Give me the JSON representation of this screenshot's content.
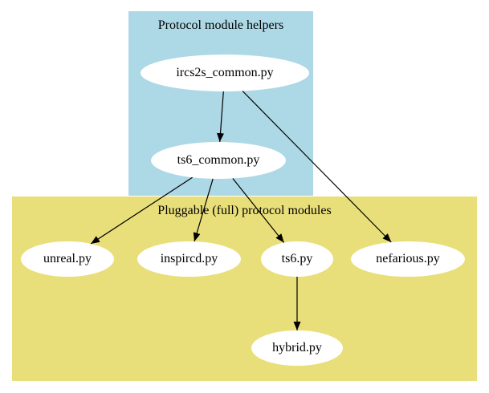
{
  "diagram": {
    "background": "#ffffff",
    "edge_color": "#000000",
    "node_fill": "#ffffff",
    "clusters": [
      {
        "id": "helpers",
        "label": "Protocol module helpers",
        "fill": "#add8e6"
      },
      {
        "id": "pluggable",
        "label": "Pluggable (full) protocol modules",
        "fill": "#e9df7a"
      }
    ],
    "nodes": [
      {
        "id": "ircs2s_common",
        "label": "ircs2s_common.py"
      },
      {
        "id": "ts6_common",
        "label": "ts6_common.py"
      },
      {
        "id": "unreal",
        "label": "unreal.py"
      },
      {
        "id": "inspircd",
        "label": "inspircd.py"
      },
      {
        "id": "ts6",
        "label": "ts6.py"
      },
      {
        "id": "nefarious",
        "label": "nefarious.py"
      },
      {
        "id": "hybrid",
        "label": "hybrid.py"
      }
    ],
    "edges": [
      {
        "from": "ircs2s_common",
        "to": "ts6_common"
      },
      {
        "from": "ircs2s_common",
        "to": "nefarious"
      },
      {
        "from": "ts6_common",
        "to": "unreal"
      },
      {
        "from": "ts6_common",
        "to": "inspircd"
      },
      {
        "from": "ts6_common",
        "to": "ts6"
      },
      {
        "from": "ts6",
        "to": "hybrid"
      }
    ]
  }
}
